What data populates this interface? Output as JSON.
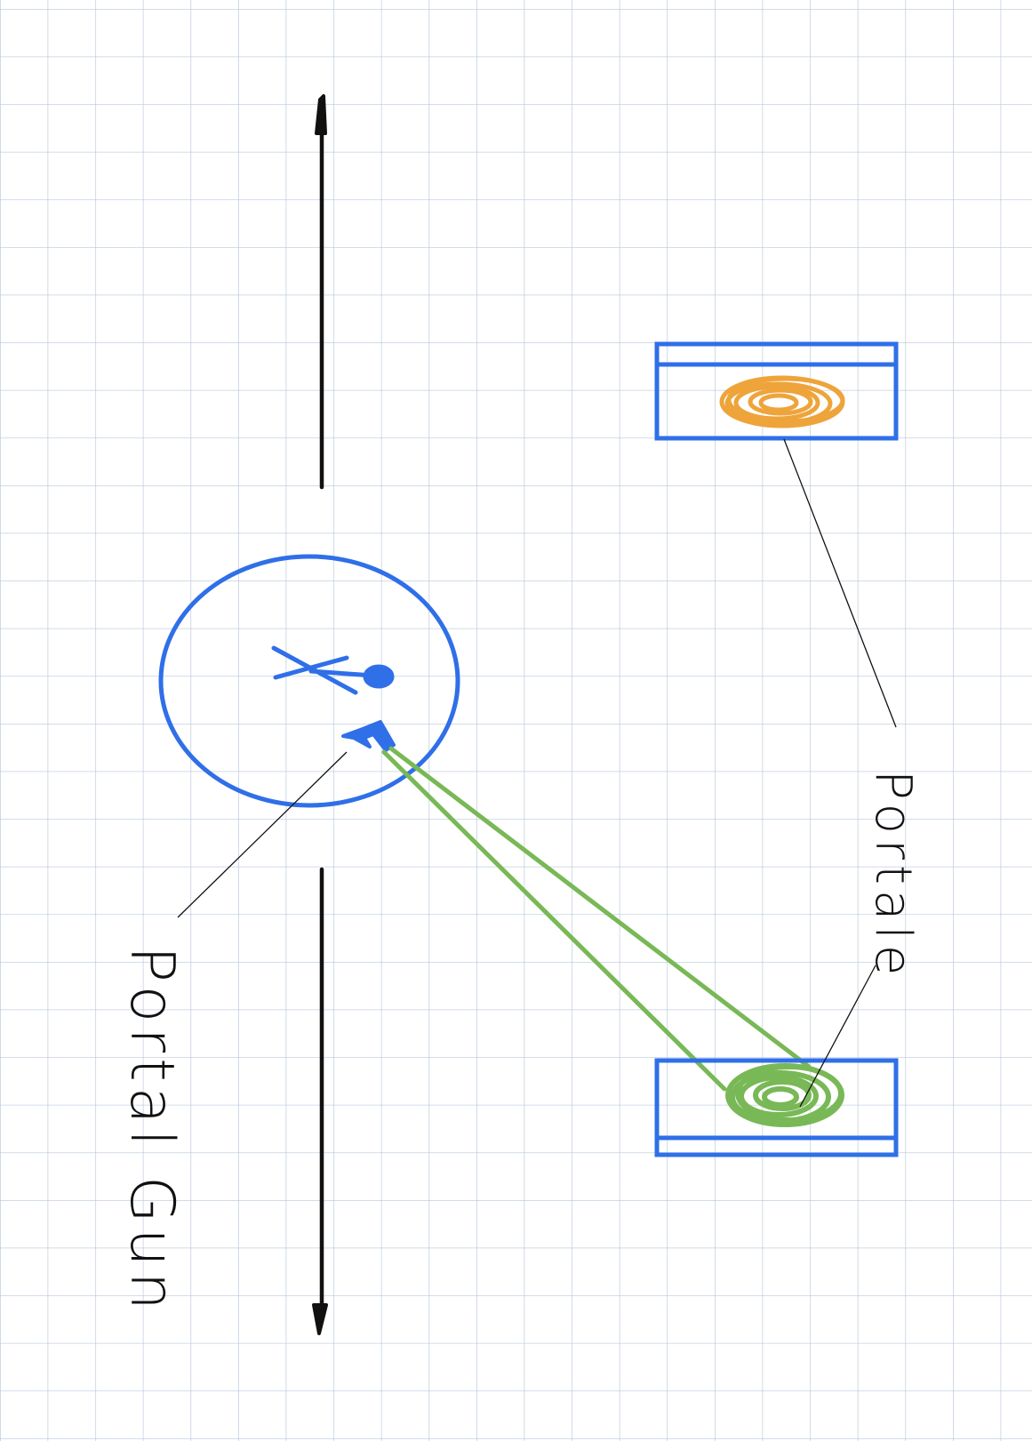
{
  "paper": {
    "style": "graph-paper",
    "grid_color": "#b8c6da",
    "background": "#ffffff"
  },
  "colors": {
    "ink": "#111111",
    "blue": "#2f6fe8",
    "orange": "#eea43a",
    "green": "#79b856"
  },
  "labels": {
    "portal_gun": "Portal Gun",
    "portals": "Portale"
  },
  "icons": {
    "player": "stick-figure-icon",
    "gun": "portal-gun-icon",
    "orange_portal": "orange-portal-icon",
    "green_portal": "green-portal-icon"
  }
}
